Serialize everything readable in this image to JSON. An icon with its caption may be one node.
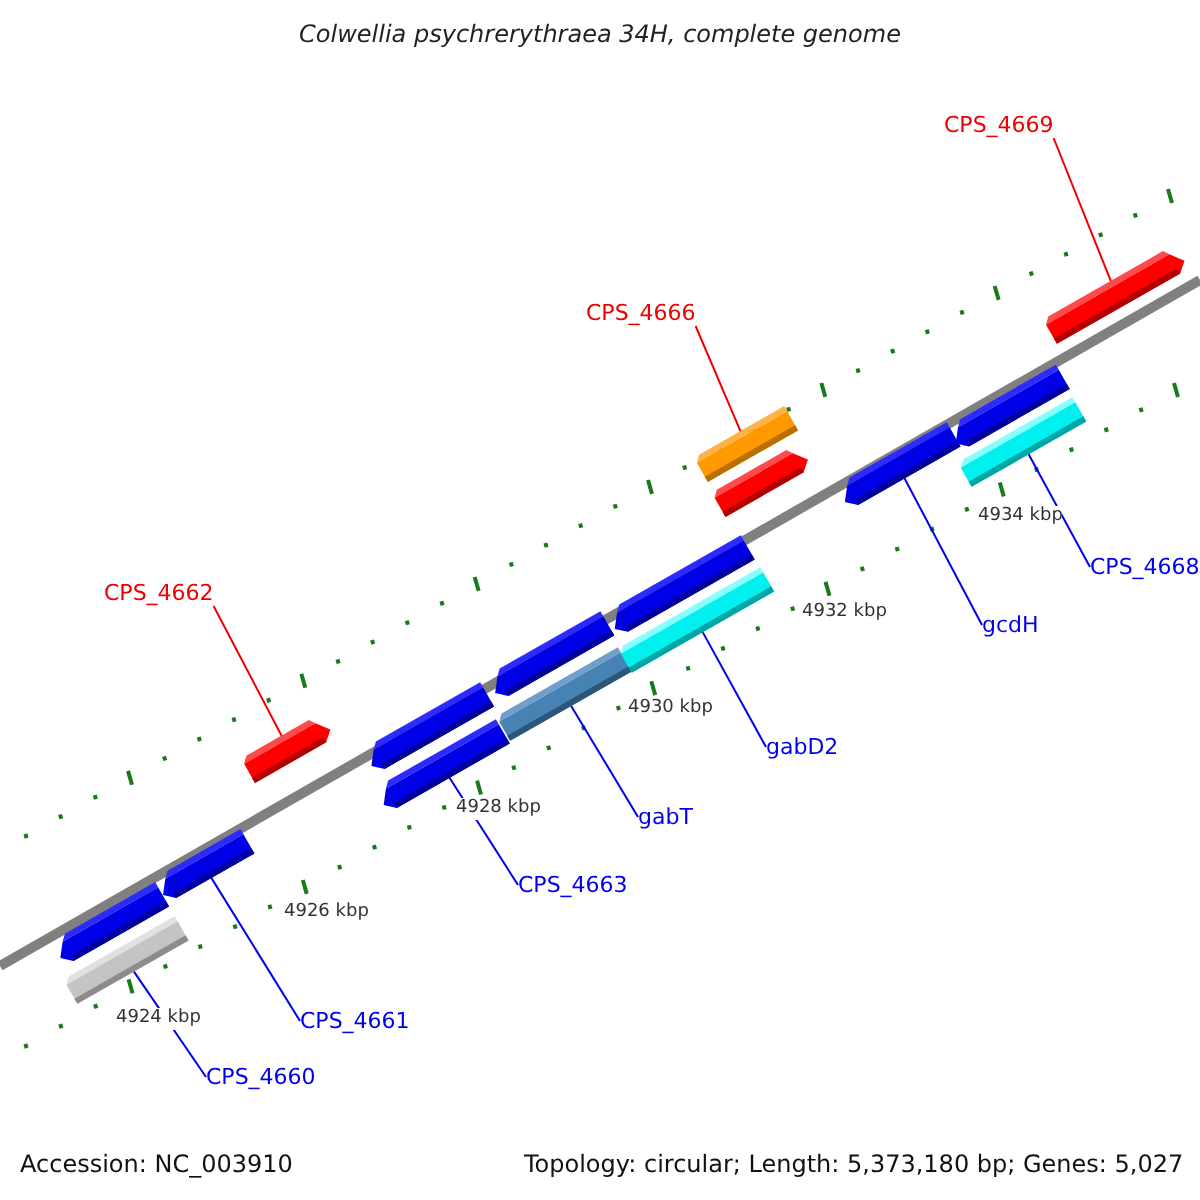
{
  "diagram": {
    "title": "Colwellia psychrerythraea 34H, complete genome",
    "nodes": [
      {
        "text": [
          "CPS_4669"
        ]
      },
      {
        "text": [
          "CPS_4666"
        ]
      },
      {
        "text": [
          "CPS_4662"
        ]
      },
      {
        "text": [
          "CPS_4668"
        ]
      },
      {
        "text": [
          "gcdH"
        ]
      },
      {
        "text": [
          "gabD2"
        ]
      },
      {
        "text": [
          "gabT"
        ]
      },
      {
        "text": [
          "CPS_4663"
        ]
      },
      {
        "text": [
          "CPS_4661"
        ]
      },
      {
        "text": [
          "CPS_4660"
        ]
      },
      {
        "text": [],
        "shape": "arrow"
      },
      {
        "text": [],
        "shape": "bar"
      },
      {
        "text": [],
        "shape": "arrow"
      },
      {
        "text": [],
        "shape": "arrow"
      },
      {
        "text": [],
        "shape": "arrow"
      },
      {
        "text": [],
        "shape": "arrow"
      },
      {
        "text": [],
        "shape": "arrow"
      },
      {
        "text": [],
        "shape": "bar"
      },
      {
        "text": [],
        "shape": "arrow"
      },
      {
        "text": [],
        "shape": "bar"
      },
      {
        "text": [],
        "shape": "bar"
      },
      {
        "text": [],
        "shape": "arrow"
      },
      {
        "text": [],
        "shape": "arrow"
      },
      {
        "text": [],
        "shape": "arrow"
      },
      {
        "text": [],
        "shape": "bar"
      },
      {
        "text": [],
        "shape": "arrow"
      }
    ],
    "edges": [
      {
        "from": 0,
        "to": 25,
        "arrow": "none",
        "color": "#ee0000"
      },
      {
        "from": 1,
        "to": 20,
        "arrow": "none",
        "color": "#ee0000"
      },
      {
        "from": 2,
        "to": 13,
        "arrow": "none",
        "color": "#ee0000"
      },
      {
        "from": 3,
        "to": 24,
        "arrow": "none"
      },
      {
        "from": 4,
        "to": 22,
        "arrow": "none"
      },
      {
        "from": 5,
        "to": 19,
        "arrow": "none"
      },
      {
        "from": 6,
        "to": 17,
        "arrow": "none"
      },
      {
        "from": 7,
        "to": 15,
        "arrow": "none"
      },
      {
        "from": 8,
        "to": 12,
        "arrow": "none"
      },
      {
        "from": 9,
        "to": 11,
        "arrow": "none"
      }
    ],
    "labels": [
      "4934 kbp",
      "4932 kbp",
      "4930 kbp",
      "4928 kbp",
      "4926 kbp",
      "4924 kbp",
      "Accession: NC_003910",
      "Topology: circular; Length: 5,373,180 bp; Genes: 5,027"
    ]
  }
}
